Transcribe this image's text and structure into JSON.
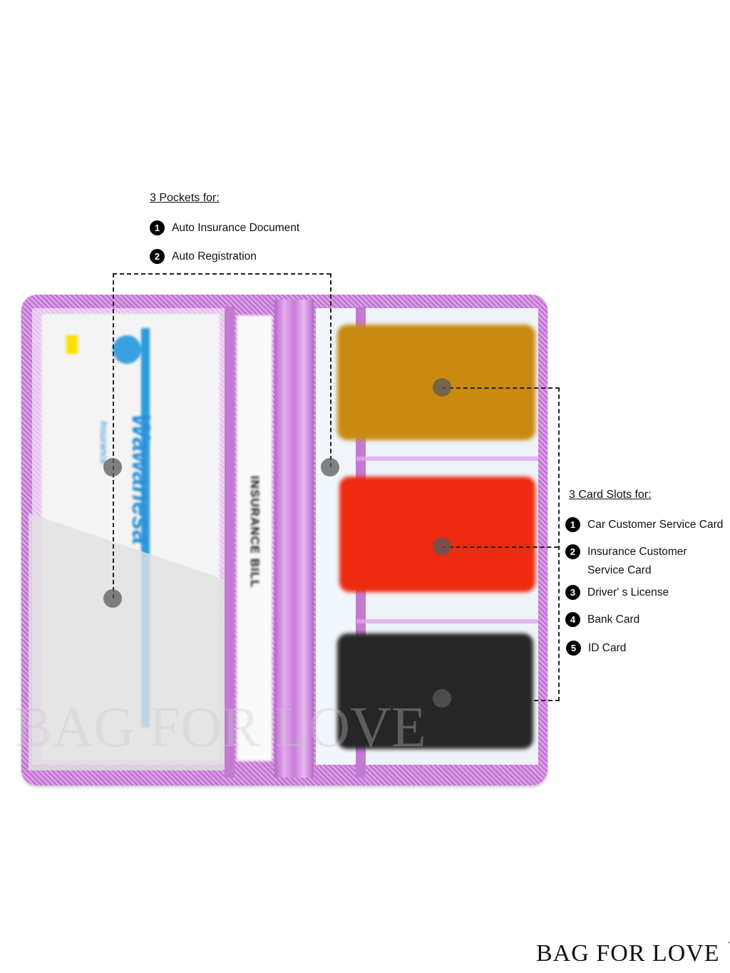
{
  "pockets": {
    "heading": "3 Pockets for:",
    "items": [
      {
        "num": "1",
        "label": "Auto Insurance Document"
      },
      {
        "num": "2",
        "label": "Auto Registration"
      }
    ]
  },
  "card_slots": {
    "heading": "3 Card Slots for:",
    "items": [
      {
        "num": "1",
        "label": "Car Customer Service Card"
      },
      {
        "num": "2",
        "label": "Insurance Customer",
        "label2": "Service Card"
      },
      {
        "num": "3",
        "label": "Driver' s License"
      },
      {
        "num": "4",
        "label": "Bank Card"
      },
      {
        "num": "5",
        "label": "ID Card"
      }
    ]
  },
  "documents": {
    "insurer": "Wawanesa",
    "insurer_sub": "Insurance",
    "bill": "INSURANCE BILL"
  },
  "brand": {
    "name": "BAG FOR LOVE",
    "tm": "TM"
  },
  "colors": {
    "wallet": "#c77fd6",
    "card_gold": "#c98a12",
    "card_red": "#ee2a10",
    "card_black": "#262626"
  }
}
